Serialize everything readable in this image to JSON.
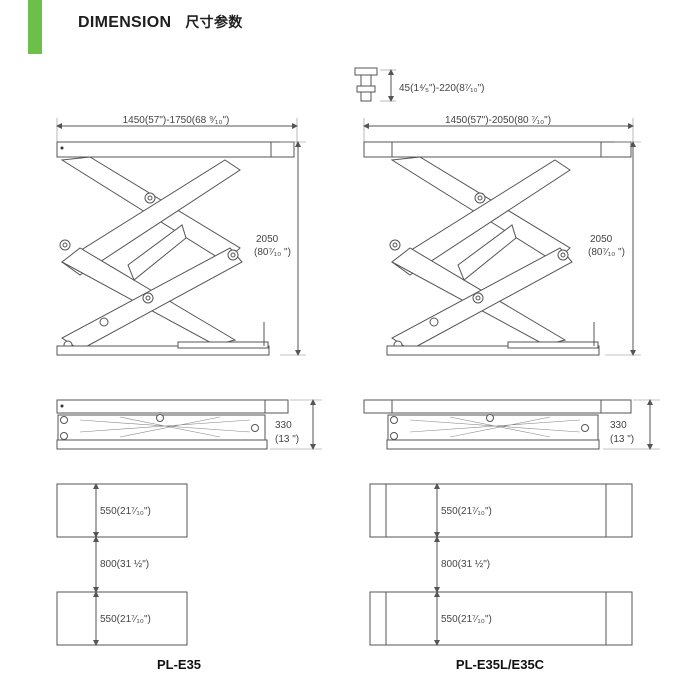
{
  "header": {
    "title": "DIMENSION",
    "title_cn": "尺寸参数",
    "accent_color": "#6cc04a"
  },
  "left": {
    "model": "PL-E35",
    "length": "1450(57\")-1750(68 ⁹⁄₁₀\")",
    "height": "2050",
    "height_in": "(80⁷⁄₁₀ \")",
    "low_height": "330",
    "low_height_in": "(13 \")",
    "pad_width_top": "550(21⁷⁄₁₀\")",
    "gap": "800(31 ½\")",
    "pad_width_bottom": "550(21⁷⁄₁₀\")"
  },
  "right": {
    "model": "PL-E35L/E35C",
    "adapter": "45(1⁴⁄₅\")-220(8⁷⁄₁₀\")",
    "length": "1450(57\")-2050(80 ⁷⁄₁₀\")",
    "height": "2050",
    "height_in": "(80⁷⁄₁₀ \")",
    "low_height": "330",
    "low_height_in": "(13 \")",
    "pad_width_top": "550(21⁷⁄₁₀\")",
    "gap": "800(31 ½\")",
    "pad_width_bottom": "550(21⁷⁄₁₀\")"
  }
}
